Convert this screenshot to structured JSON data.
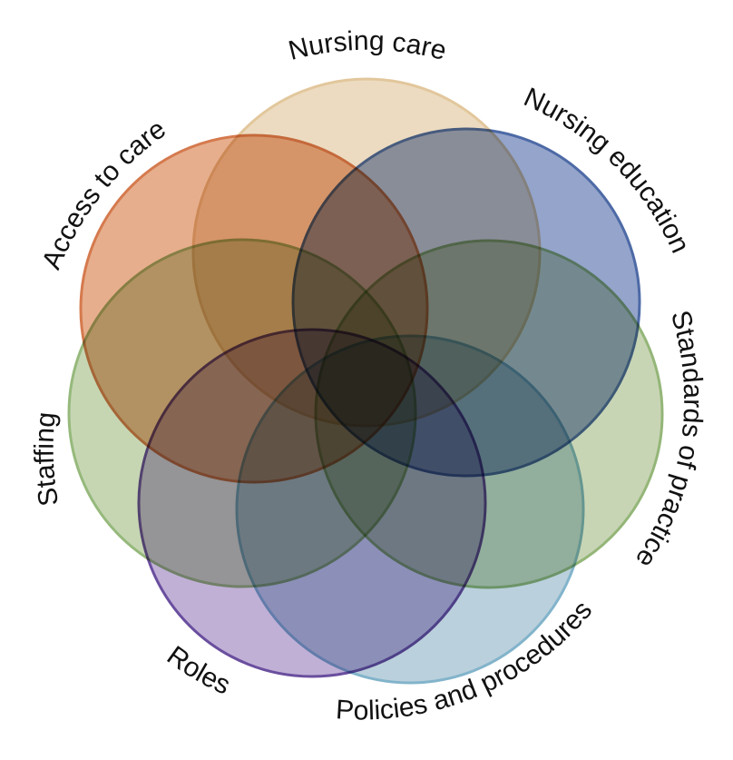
{
  "diagram": {
    "type": "overlapping-circles",
    "sets": [
      {
        "id": "nursing-care",
        "label": "Nursing care",
        "fill": "#ecdbc0",
        "stroke": "#e2c79c"
      },
      {
        "id": "nursing-education",
        "label": "Nursing education",
        "fill": "#94a4ca",
        "stroke": "#4d6aa6"
      },
      {
        "id": "standards-of-practice",
        "label": "Standards of practice",
        "fill": "#c8d5b5",
        "stroke": "#94b678"
      },
      {
        "id": "policies-and-procedures",
        "label": "Policies and procedures",
        "fill": "#bad0dc",
        "stroke": "#82b4cb"
      },
      {
        "id": "roles",
        "label": "Roles",
        "fill": "#c0b0d6",
        "stroke": "#6a4e9e"
      },
      {
        "id": "staffing",
        "label": "Staffing",
        "fill": "#c6d6b3",
        "stroke": "#96b97c"
      },
      {
        "id": "access-to-care",
        "label": "Access to care",
        "fill": "#e6ae8c",
        "stroke": "#d57a4e"
      }
    ]
  }
}
